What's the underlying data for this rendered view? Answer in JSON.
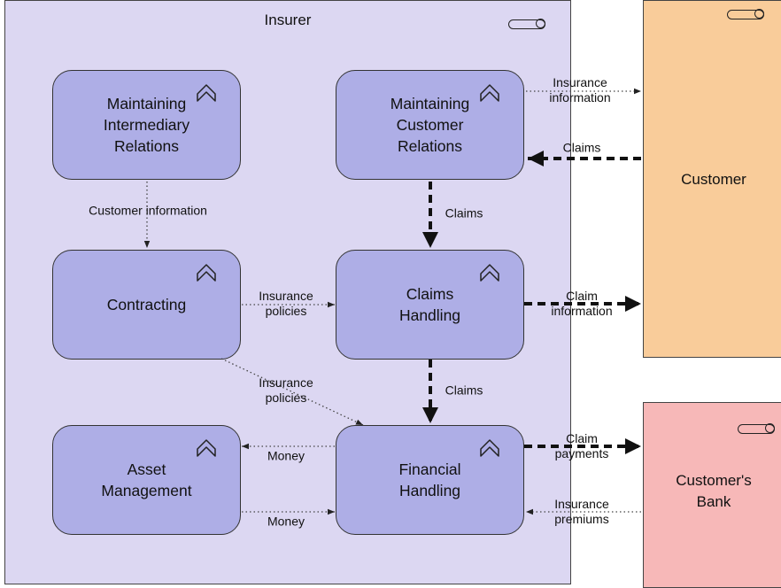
{
  "actors": {
    "insurer": "Insurer",
    "customer": "Customer",
    "bank": "Customer's\nBank"
  },
  "processes": {
    "intermediary": "Maintaining\nIntermediary\nRelations",
    "customer_rel": "Maintaining\nCustomer\nRelations",
    "contracting": "Contracting",
    "claims_handling": "Claims\nHandling",
    "asset_mgmt": "Asset\nManagement",
    "financial": "Financial\nHandling"
  },
  "flows": {
    "insurance_info": "Insurance\ninformation",
    "claims_in": "Claims",
    "customer_info": "Customer information",
    "claims_down1": "Claims",
    "insurance_policies1": "Insurance\npolicies",
    "claim_info": "Claim\ninformation",
    "insurance_policies2": "Insurance\npolicies",
    "claims_down2": "Claims",
    "money_left": "Money",
    "money_right": "Money",
    "claim_payments": "Claim\npayments",
    "insurance_premiums": "Insurance\npremiums"
  },
  "icons": {
    "process": "process-chevron-icon",
    "role": "business-role-icon"
  },
  "colors": {
    "insurer_bg": "#dcd7f2",
    "customer_bg": "#f9cc9a",
    "bank_bg": "#f7b8b8",
    "process_fill": "#aeaee6"
  }
}
